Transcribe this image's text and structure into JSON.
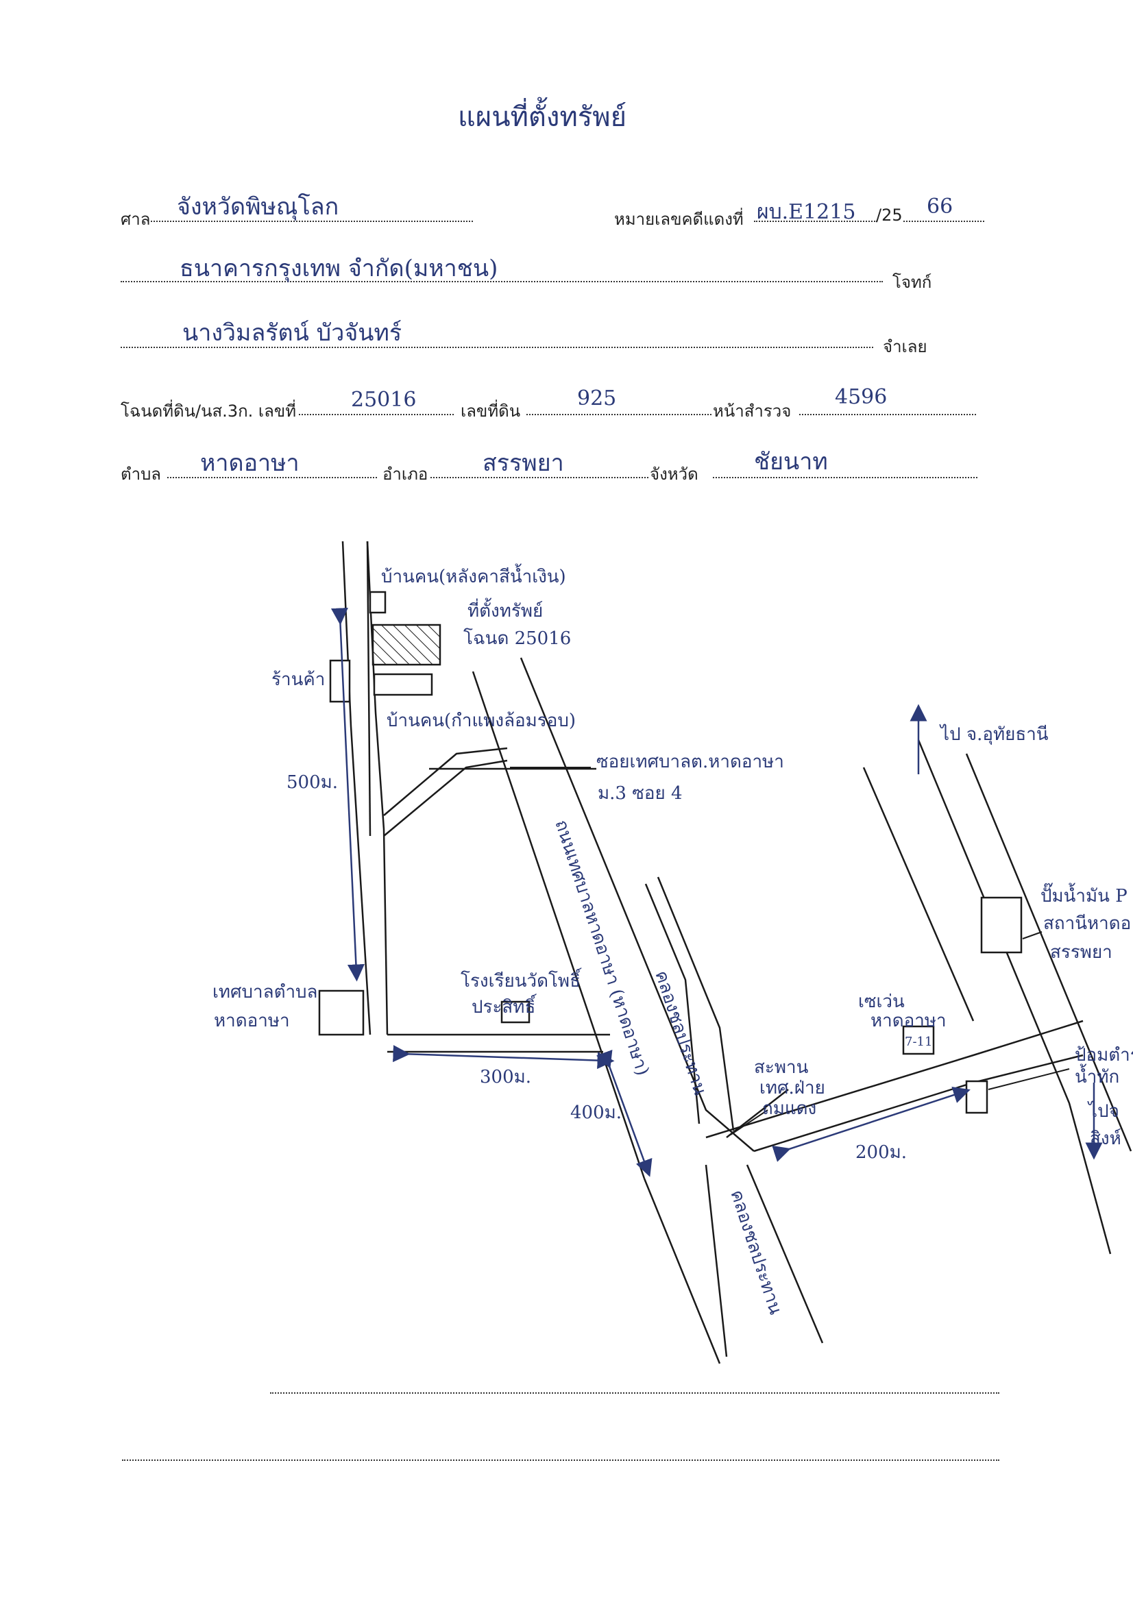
{
  "title": "แผนที่ตั้งทรัพย์",
  "header": {
    "court_label": "ศาล",
    "court_value": "จังหวัดพิษณุโลก",
    "case_no_label": "หมายเลขคดีแดงที่",
    "case_no_value": "ผบ.E1215",
    "case_year_prefix": "/25",
    "case_year_value": "66",
    "plaintiff_value": "ธนาคารกรุงเทพ จำกัด(มหาชน)",
    "plaintiff_label": "โจทก์",
    "defendant_value": "นางวิมลรัตน์ บัวจันทร์",
    "defendant_label": "จำเลย",
    "deed_label": "โฉนดที่ดิน/นส.3ก. เลขที่",
    "deed_value": "25016",
    "land_no_label": "เลขที่ดิน",
    "land_no_value": "925",
    "survey_label": "หน้าสำรวจ",
    "survey_value": "4596",
    "subdistrict_label": "ตำบล",
    "subdistrict_value": "หาดอาษา",
    "district_label": "อำเภอ",
    "district_value": "สรรพยา",
    "province_label": "จังหวัด",
    "province_value": "ชัยนาท"
  },
  "map": {
    "house_blue_roof": "บ้านคน(หลังคาสีน้ำเงิน)",
    "property_label": "ที่ตั้งทรัพย์",
    "property_deed": "โฉนด 25016",
    "shop": "ร้านค้า",
    "house_fence": "บ้านคน(กำแพงล้อมรอบ)",
    "soi_line1": "ซอยเทศบาลต.หาดอาษา",
    "soi_line2": "ม.3 ซอย 4",
    "dist_500": "500ม.",
    "municipal_office_line1": "เทศบาลตำบล",
    "municipal_office_line2": "หาดอาษา",
    "school_line1": "โรงเรียนวัดโพธิ์",
    "school_line2": "ประสิทธิ์",
    "dist_300": "300ม.",
    "dist_400": "400ม.",
    "road_main": "ถนนเทศบาลหาดอาษา (หาดอาษา)",
    "canal_1": "คลองชลประทาน",
    "canal_2": "คลองชลประทาน",
    "bridge_line1": "สะพาน",
    "bridge_line2": "เทศ.ฝ่าย",
    "bridge_line3": "ถมแดง",
    "seven_line1": "เซเว่น",
    "seven_line2": "หาดอาษา",
    "seven_box": "7-11",
    "dist_200": "200ม.",
    "to_chainat_line1": "ไป จ.อุทัยธานี",
    "gas_line1": "ปั๊มน้ำมัน P",
    "gas_line2": "สถานีหาดอ",
    "gas_line3": "สรรพยา",
    "police_line1": "ป้อมตำรวจ",
    "police_line2": "น้ำทัก",
    "to_south_line1": "ไปจ",
    "to_south_line2": "สิงห์"
  },
  "colors": {
    "ink": "#2b3a78",
    "print": "#222222"
  }
}
